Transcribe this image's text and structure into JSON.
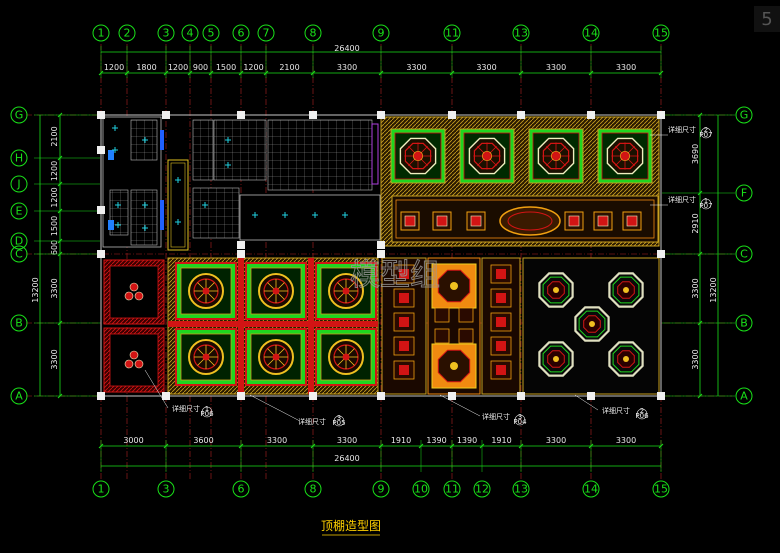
{
  "drawing": {
    "title": "顶棚造型图",
    "watermark": "模型组",
    "logo_glyph": "5"
  },
  "colors": {
    "axis": "#19e019",
    "dim_text": "#e8e8e8",
    "grid_red": "#b02020",
    "ornament_red": "#d21414",
    "ornament_green": "#1fd51f",
    "ornament_gold": "#c8a020",
    "ornament_orange": "#f08a10",
    "title": "#ffd000"
  },
  "axes": {
    "top_labels": [
      "1",
      "2",
      "3",
      "4",
      "5",
      "6",
      "7",
      "8",
      "9",
      "11",
      "13",
      "14",
      "15"
    ],
    "bottom_labels": [
      "1",
      "3",
      "6",
      "8",
      "9",
      "10",
      "11",
      "12",
      "13",
      "14",
      "15"
    ],
    "left_labels": [
      "G",
      "H",
      "J",
      "E",
      "D",
      "C",
      "B",
      "A"
    ],
    "right_labels": [
      "G",
      "F",
      "C",
      "B",
      "A"
    ]
  },
  "dimensions": {
    "top_total": "26400",
    "top_segments": [
      "1200",
      "1800",
      "1200",
      "900",
      "1500",
      "1200",
      "2100",
      "3300",
      "3300",
      "3300",
      "3300",
      "3300"
    ],
    "bottom_total": "26400",
    "bottom_segments": [
      "3000",
      "3600",
      "3300",
      "3300",
      "1910",
      "1390",
      "1390",
      "1910",
      "3300",
      "3300"
    ],
    "left_total": "13200",
    "left_segments": [
      "2100",
      "1200",
      "1200",
      "1500",
      "600",
      "3300",
      "3300"
    ],
    "right_total": "13200",
    "right_segments": [
      "3690",
      "2910",
      "3300",
      "3300"
    ]
  },
  "notes": {
    "detail_1": "详细尺寸",
    "detail_1_ref": "1",
    "detail_1_sheet": "P06",
    "detail_2": "详细尺寸",
    "detail_2_ref": "3",
    "detail_2_sheet": "P05",
    "detail_3": "详细尺寸",
    "detail_3_ref": "3",
    "detail_3_sheet": "P04",
    "detail_4": "详细尺寸",
    "detail_4_ref": "2",
    "detail_4_sheet": "P06",
    "detail_5": "详细尺寸",
    "detail_5_ref": "2",
    "detail_5_sheet": "P07",
    "detail_6": "详细尺寸",
    "detail_6_ref": "1",
    "detail_6_sheet": "P07"
  }
}
